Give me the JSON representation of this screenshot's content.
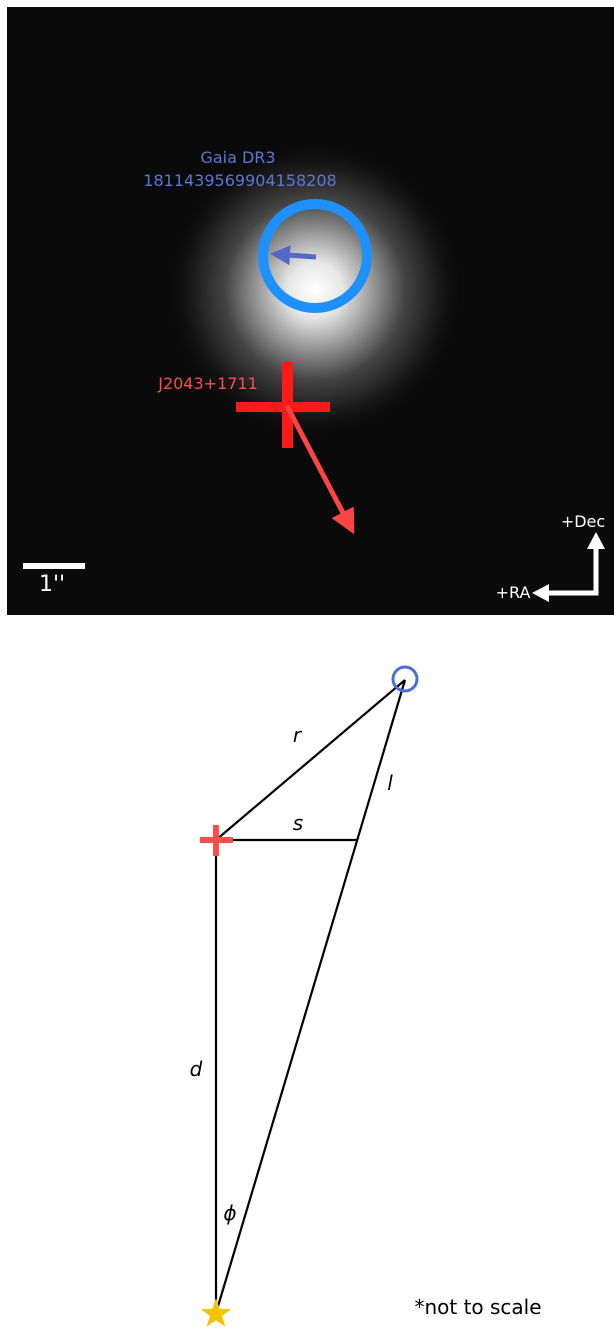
{
  "image_panel": {
    "target_label_line1": "Gaia DR3",
    "target_label_line2": "1811439569904158208",
    "source_label": "J2043+1711",
    "scale_label": "1''",
    "compass_dec": "+Dec",
    "compass_ra": "+RA",
    "colors": {
      "background": "#0a0a0a",
      "gaia": "#1e90ff",
      "gaia_label": "#5a78d6",
      "gaia_arrow": "#5568c8",
      "source": "#ff1a1a",
      "source_label": "#ff4d4d",
      "source_arrow": "#ff4444",
      "compass": "#ffffff"
    }
  },
  "geometry_diagram": {
    "labels": {
      "r": "r",
      "s": "s",
      "l": "l",
      "d": "d",
      "phi": "ϕ"
    },
    "note": "*not to scale",
    "colors": {
      "lines": "#000000",
      "circle": "#4a6fd8",
      "cross": "#ff4d4d",
      "star": "#f5c400"
    }
  }
}
